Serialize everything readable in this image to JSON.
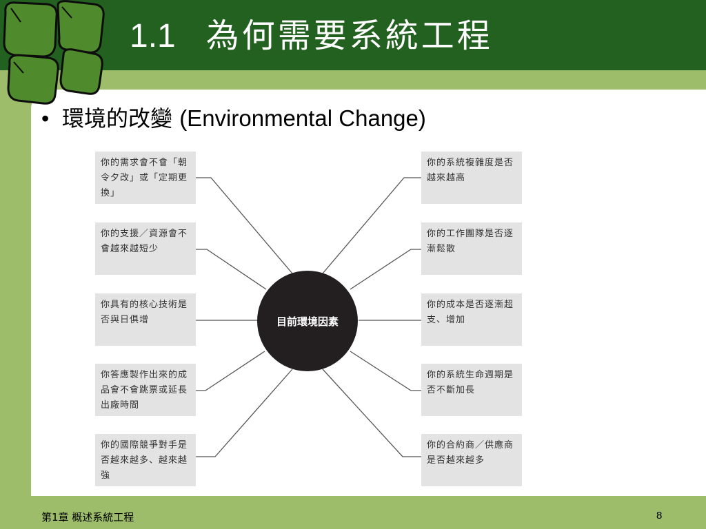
{
  "slide": {
    "number_label": "1.1",
    "title": "為何需要系統工程"
  },
  "bullet": {
    "marker": "•",
    "text_zh": "環境的改變",
    "text_en": "(Environmental Change)"
  },
  "diagram": {
    "center": "目前環境因素",
    "left_items": [
      "你的需求會不會「朝令夕改」或「定期更換」",
      "你的支援／資源會不會越來越短少",
      "你具有的核心技術是否與日俱增",
      "你答應製作出來的成品會不會跳票或延長出廠時間",
      "你的國際競爭對手是否越來越多、越來越強"
    ],
    "right_items": [
      "你的系統複雜度是否越來越高",
      "你的工作團隊是否逐漸鬆散",
      "你的成本是否逐漸超支、增加",
      "你的系統生命週期是否不斷加長",
      "你的合約商／供應商是否越來越多"
    ]
  },
  "footer": {
    "chapter": "第1章 概述系統工程",
    "page": "8"
  },
  "colors": {
    "header": "#236121",
    "accent_green": "#9dbd6a",
    "center_circle": "#231f20",
    "box_fill": "#e3e3e3"
  },
  "icons": {
    "logo": "green-cubes-logo-icon"
  }
}
